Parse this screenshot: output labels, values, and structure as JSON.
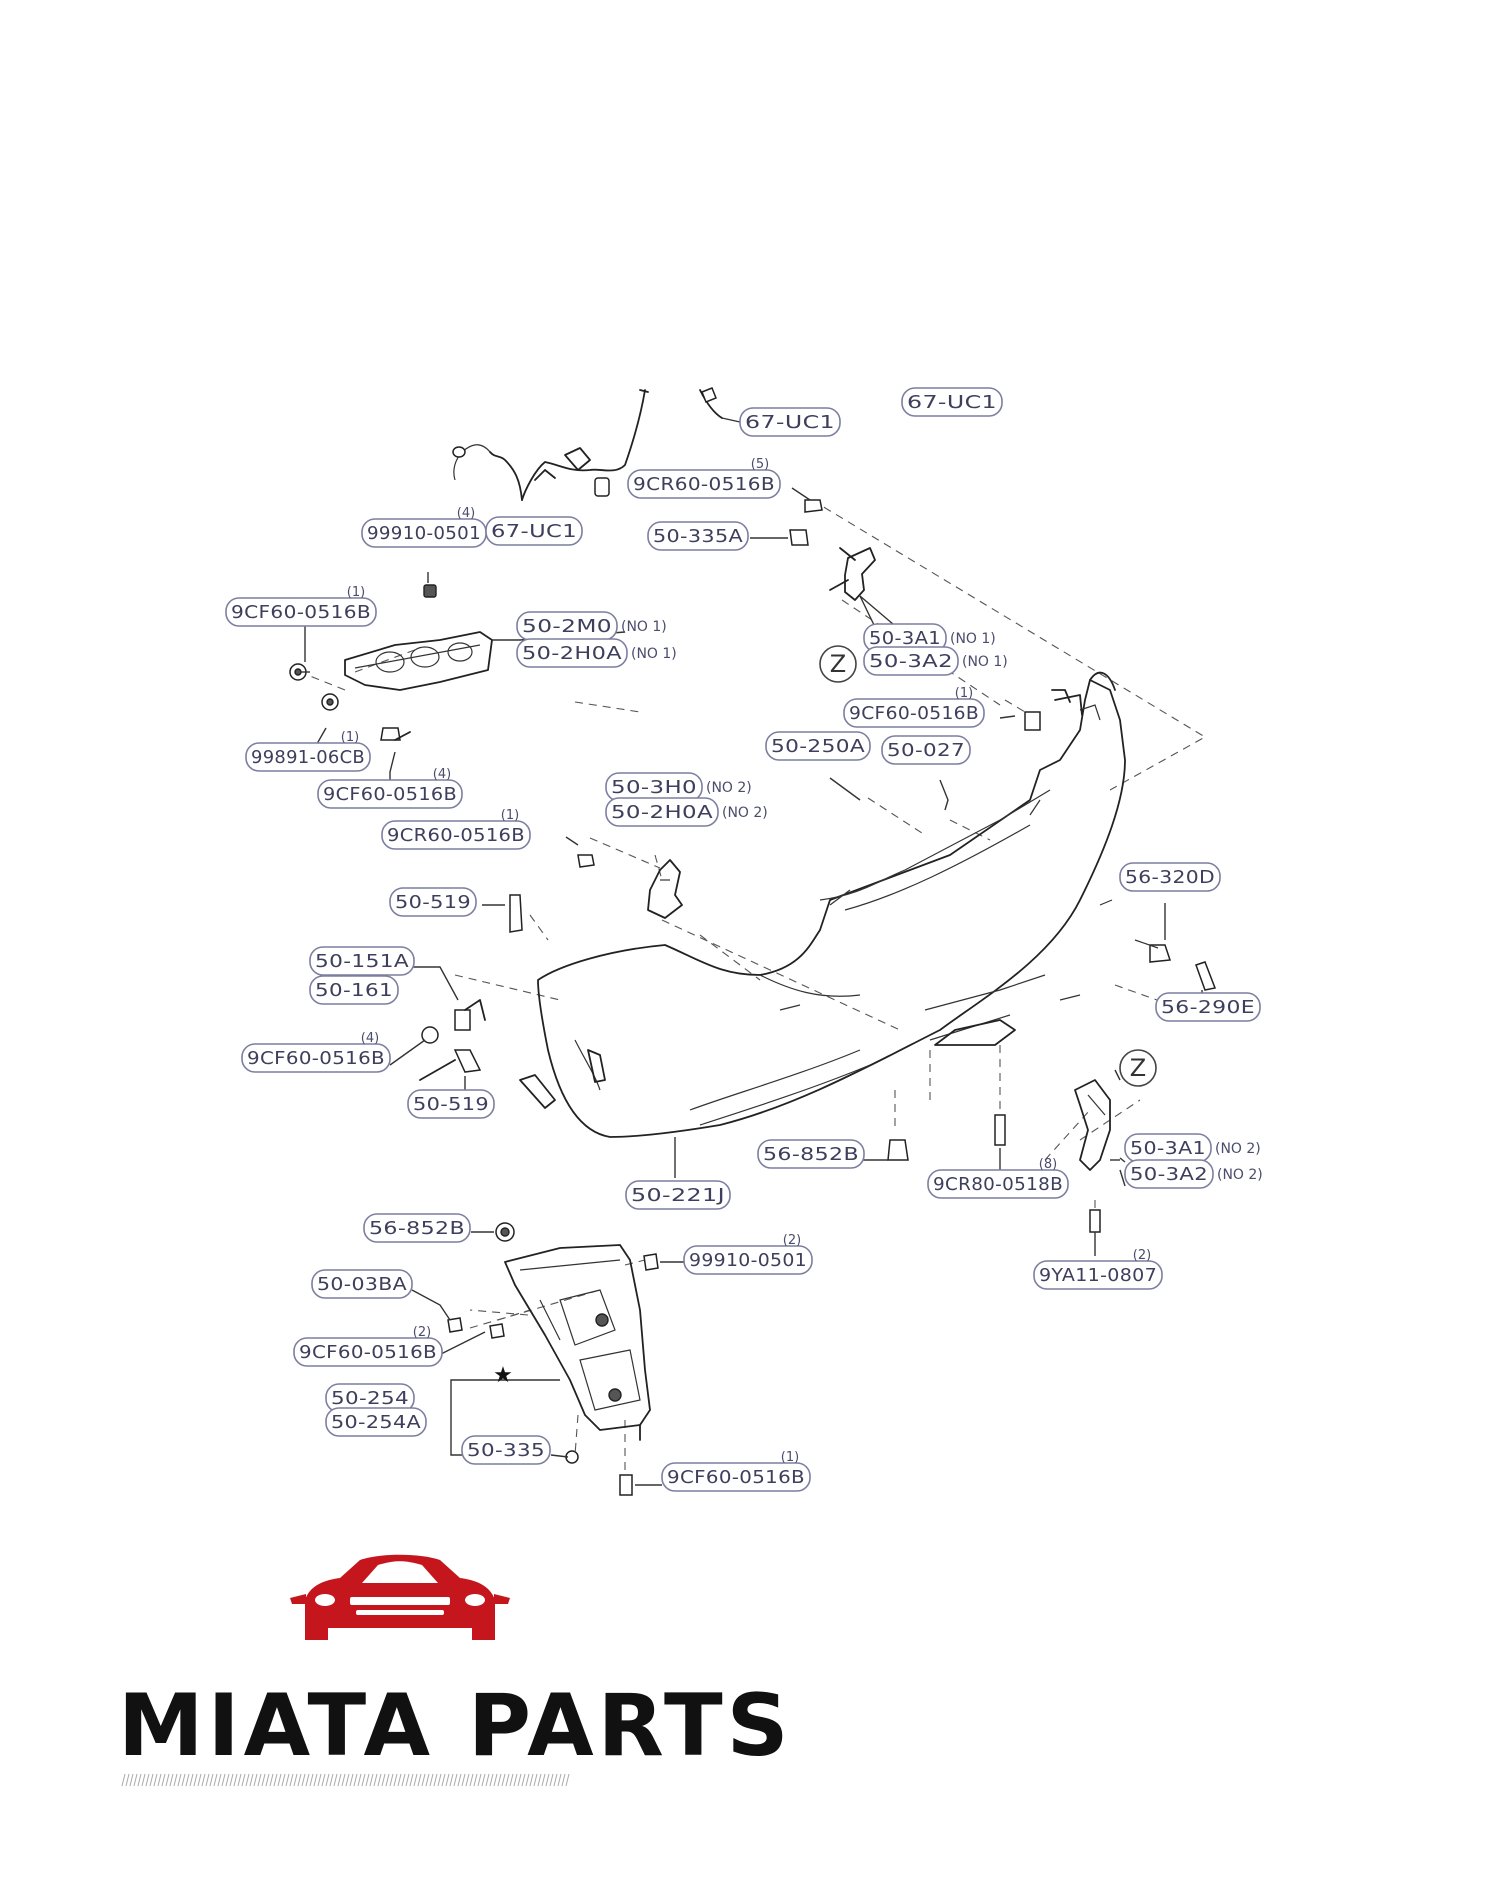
{
  "diagram": {
    "parts": [
      {
        "id": "p1",
        "label": "67-UC1"
      },
      {
        "id": "p2",
        "label": "67-UC1"
      },
      {
        "id": "p3",
        "label": "9CR60-0516B",
        "qty": "(5)"
      },
      {
        "id": "p4",
        "label": "99910-0501",
        "qty": "(4)"
      },
      {
        "id": "p5",
        "label": "67-UC1"
      },
      {
        "id": "p6",
        "label": "50-335A"
      },
      {
        "id": "p7",
        "label": "9CF60-0516B",
        "qty": "(1)"
      },
      {
        "id": "p8",
        "label": "50-2M0",
        "note": "(NO 1)"
      },
      {
        "id": "p9",
        "label": "50-2H0A",
        "note": "(NO 1)"
      },
      {
        "id": "p10",
        "label": "50-3A1",
        "note": "(NO 1)"
      },
      {
        "id": "p11",
        "label": "50-3A2",
        "note": "(NO 1)"
      },
      {
        "id": "p12",
        "label": "9CF60-0516B",
        "qty": "(1)"
      },
      {
        "id": "p13",
        "label": "50-250A"
      },
      {
        "id": "p14",
        "label": "50-027"
      },
      {
        "id": "p15",
        "label": "99891-06CB",
        "qty": "(1)"
      },
      {
        "id": "p16",
        "label": "9CF60-0516B",
        "qty": "(4)"
      },
      {
        "id": "p17",
        "label": "50-3H0",
        "note": "(NO 2)"
      },
      {
        "id": "p18",
        "label": "50-2H0A",
        "note": "(NO 2)"
      },
      {
        "id": "p19",
        "label": "9CR60-0516B",
        "qty": "(1)"
      },
      {
        "id": "p20",
        "label": "56-320D"
      },
      {
        "id": "p21",
        "label": "50-519"
      },
      {
        "id": "p22",
        "label": "50-151A"
      },
      {
        "id": "p23",
        "label": "50-161"
      },
      {
        "id": "p24",
        "label": "56-290E"
      },
      {
        "id": "p25",
        "label": "9CF60-0516B",
        "qty": "(4)"
      },
      {
        "id": "p26",
        "label": "50-519"
      },
      {
        "id": "p27",
        "label": "56-852B"
      },
      {
        "id": "p28",
        "label": "50-3A1",
        "note": "(NO 2)"
      },
      {
        "id": "p29",
        "label": "50-3A2",
        "note": "(NO 2)"
      },
      {
        "id": "p30",
        "label": "9CR80-0518B",
        "qty": "(8)"
      },
      {
        "id": "p31",
        "label": "50-221J"
      },
      {
        "id": "p32",
        "label": "56-852B"
      },
      {
        "id": "p33",
        "label": "99910-0501",
        "qty": "(2)"
      },
      {
        "id": "p34",
        "label": "9YA11-0807",
        "qty": "(2)"
      },
      {
        "id": "p35",
        "label": "50-03BA"
      },
      {
        "id": "p36",
        "label": "9CF60-0516B",
        "qty": "(2)"
      },
      {
        "id": "p37",
        "label": "50-254"
      },
      {
        "id": "p38",
        "label": "50-254A"
      },
      {
        "id": "p39",
        "label": "50-335"
      },
      {
        "id": "p40",
        "label": "9CF60-0516B",
        "qty": "(1)"
      }
    ],
    "view_markers": [
      "Z",
      "Z"
    ],
    "star_symbol": "★"
  },
  "branding": {
    "name": "MIATA PARTS",
    "logo_color": "#c4161c"
  }
}
